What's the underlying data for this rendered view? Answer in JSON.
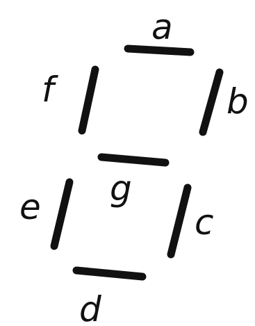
{
  "diagram": {
    "segments": [
      {
        "id": "a",
        "label": "a"
      },
      {
        "id": "b",
        "label": "b"
      },
      {
        "id": "c",
        "label": "c"
      },
      {
        "id": "d",
        "label": "d"
      },
      {
        "id": "e",
        "label": "e"
      },
      {
        "id": "f",
        "label": "f"
      },
      {
        "id": "g",
        "label": "g"
      }
    ],
    "stroke_color": "#111111",
    "background_color": "#ffffff"
  }
}
